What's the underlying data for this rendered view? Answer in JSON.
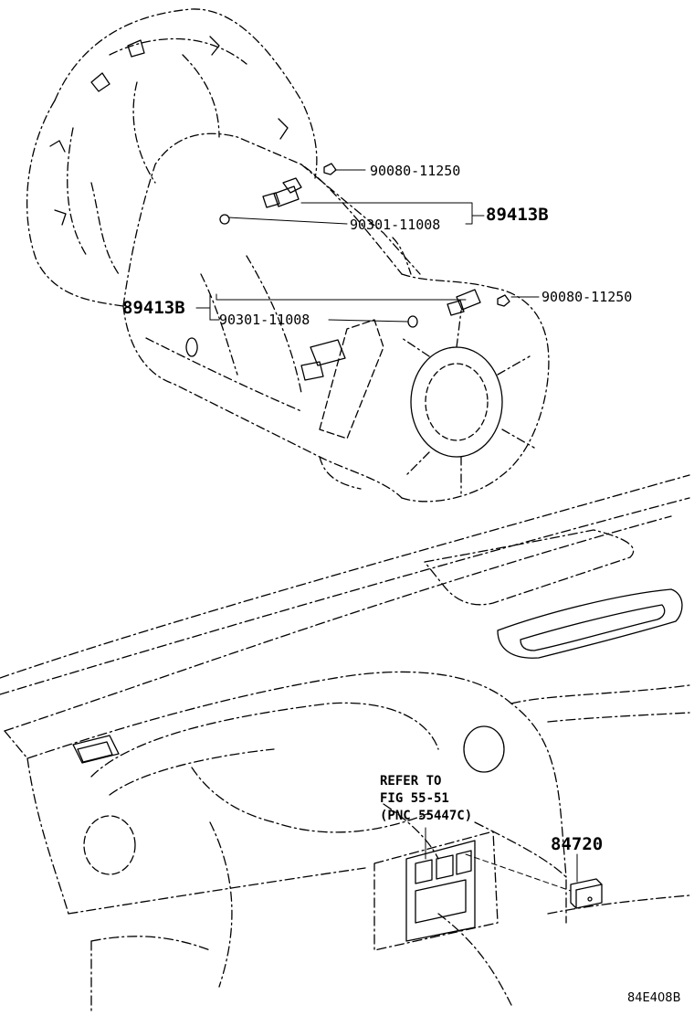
{
  "callouts": {
    "bolt_upper": "90080-11250",
    "sensor_upper": "89413B",
    "gasket_upper": "90301-11008",
    "sensor_lower": "89413B",
    "bolt_lower": "90080-11250",
    "gasket_lower": "90301-11008",
    "switch": "84720"
  },
  "refer_note": {
    "line1": "REFER TO",
    "line2": "FIG 55-51",
    "line3": "(PNC 55447C)"
  },
  "figure_id": "84E408B"
}
